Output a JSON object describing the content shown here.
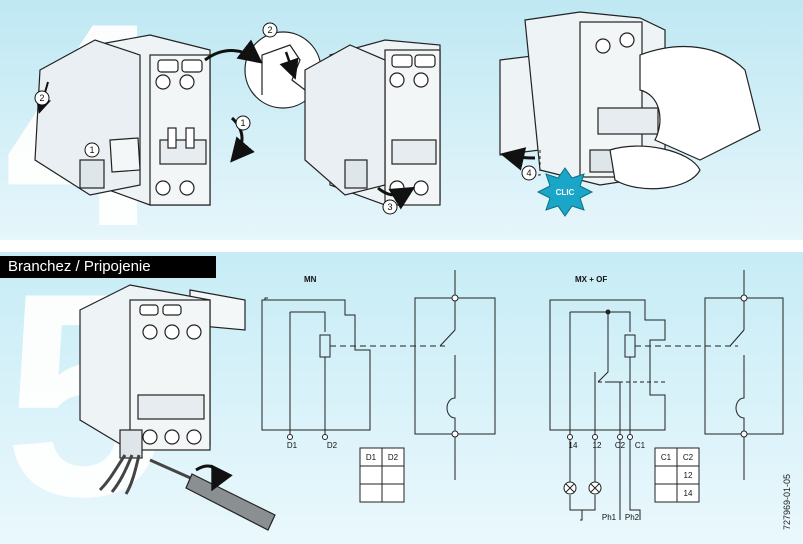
{
  "panel4": {
    "step_number": "4",
    "callouts": [
      "2",
      "1",
      "2",
      "1",
      "3",
      "4"
    ],
    "clic_label": "CLIC"
  },
  "panel5": {
    "step_number": "5",
    "banner_title": "Branchez / Pripojenie",
    "mn": {
      "title": "MN",
      "terminal_labels": [
        "D1",
        "D2"
      ],
      "table_headers": [
        "D1",
        "D2"
      ]
    },
    "mxof": {
      "title": "MX + OF",
      "terminal_labels": [
        "14",
        "12",
        "C2",
        "C1"
      ],
      "phase_labels": [
        "Ph1",
        "Ph2"
      ],
      "table_headers": [
        "C1",
        "C2"
      ],
      "table_values": [
        "12",
        "14"
      ]
    },
    "doc_code": "727969-01-05"
  },
  "colors": {
    "background_top": "#bfe8f3",
    "banner": "#000000",
    "clic_star": "#1aa6c8",
    "callout_fill": "#ffffff",
    "line": "#111111"
  }
}
